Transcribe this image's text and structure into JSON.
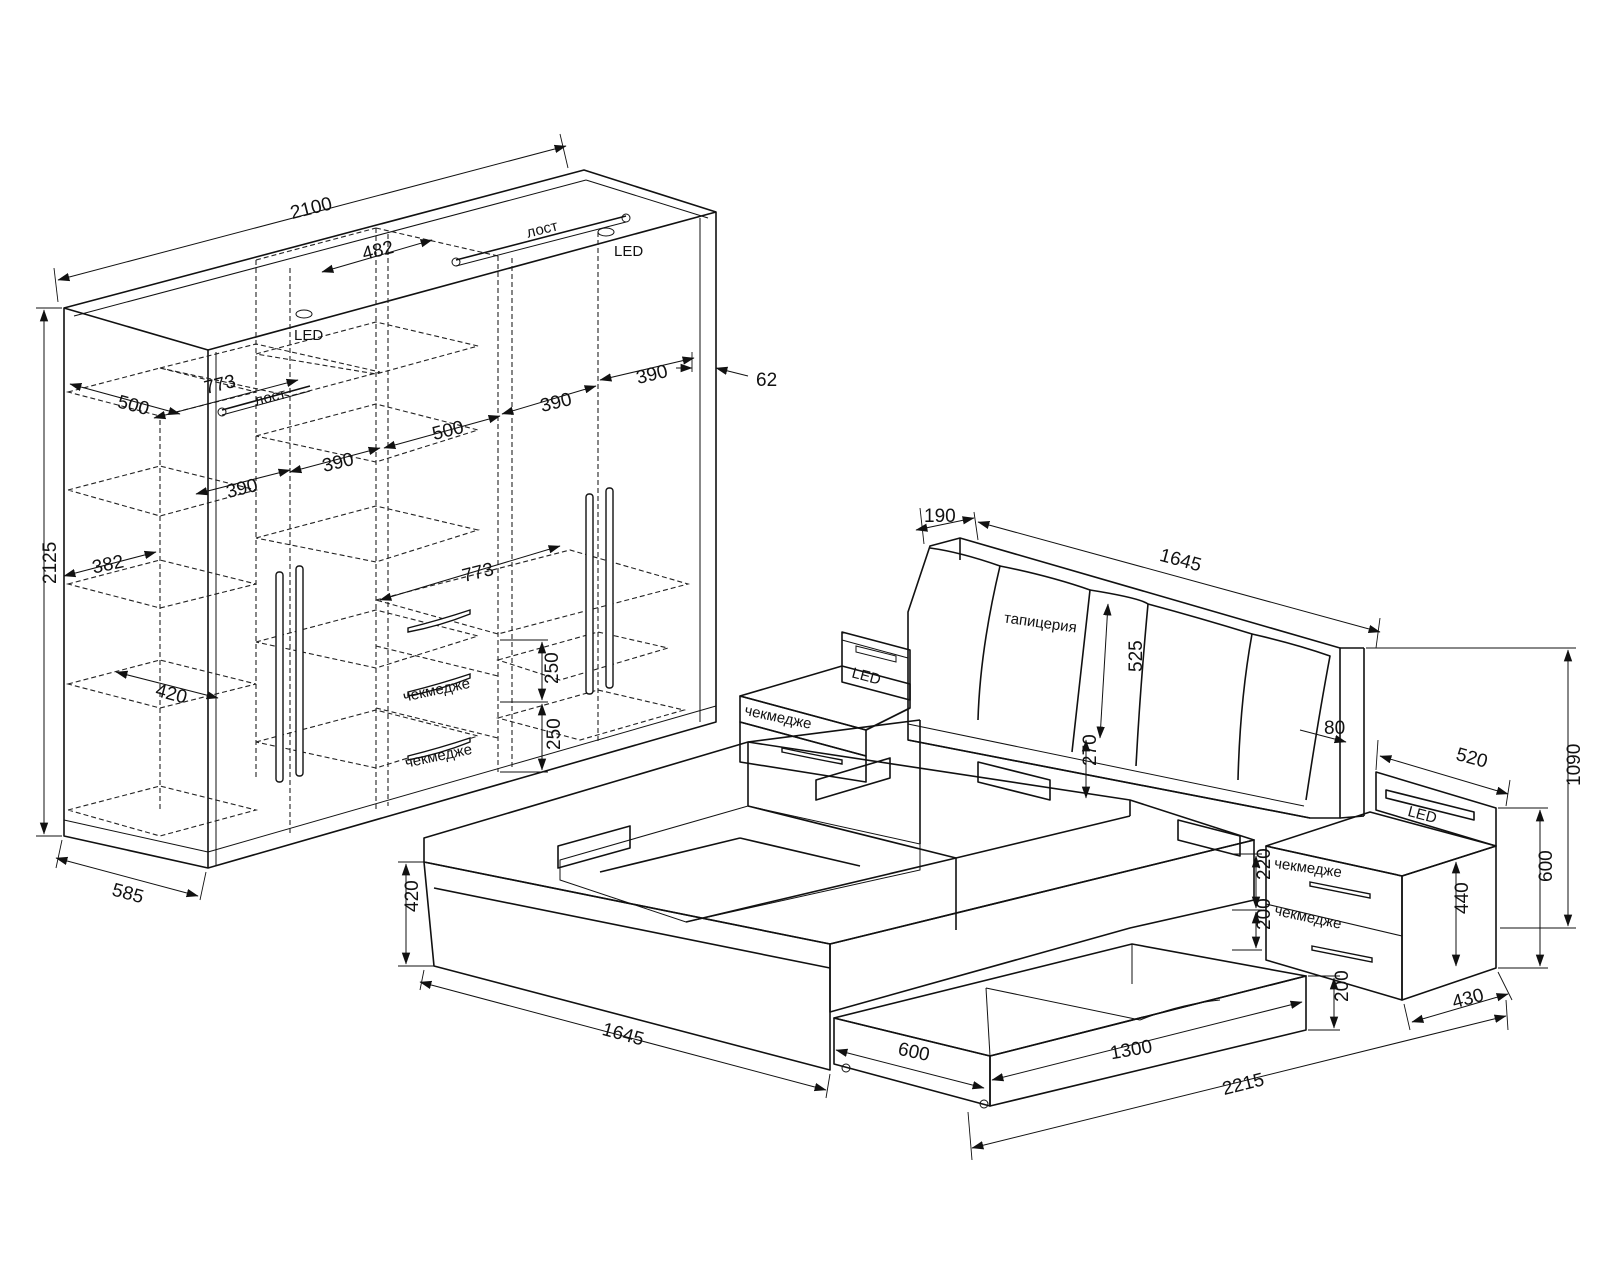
{
  "wardrobe": {
    "width": "2100",
    "height": "2125",
    "depth": "585",
    "inner_482": "482",
    "shelf_773_top": "773",
    "shelf_500_left": "500",
    "shelf_500_mid": "500",
    "shelf_390_a": "390",
    "shelf_390_b": "390",
    "shelf_390_c": "390",
    "shelf_390_d": "390",
    "plinth_62": "62",
    "shelf_382": "382",
    "shelf_420": "420",
    "shelf_773_mid": "773",
    "drawer_250_a": "250",
    "drawer_250_b": "250",
    "rod_label_top": "лост",
    "rod_label_left": "лост",
    "led_label_top": "LED",
    "led_label_left": "LED",
    "drawer_label_a": "чекмедже",
    "drawer_label_b": "чекмедже"
  },
  "bed": {
    "headboard_depth": "190",
    "headboard_width": "1645",
    "upholstery_label": "тапицерия",
    "cushion_525": "525",
    "gap_270": "270",
    "side_80": "80",
    "base_height": "420",
    "base_width": "1645",
    "length": "2215",
    "drawer_depth": "600",
    "drawer_length": "1300",
    "drawer_height": "200",
    "frame_220": "220",
    "frame_200": "200"
  },
  "nightstand": {
    "depth_520": "520",
    "total_height_1090": "1090",
    "height_600": "600",
    "drawer_440": "440",
    "width_430": "430",
    "led_label_left": "LED",
    "led_label_right": "LED",
    "drawer_label_left": "чекмедже",
    "drawer_label_right_a": "чекмедже",
    "drawer_label_right_b": "чекмедже"
  }
}
